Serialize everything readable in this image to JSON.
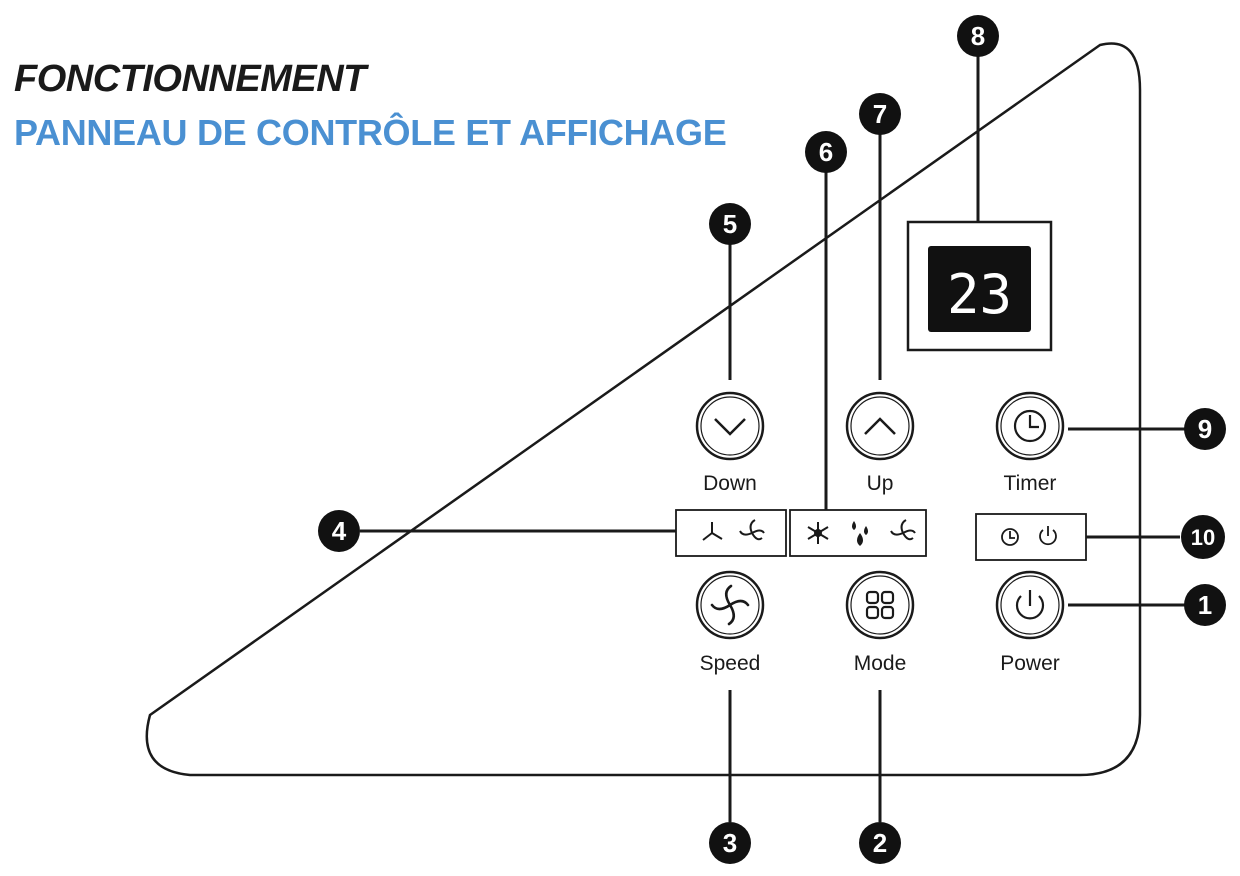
{
  "title": "FONCTIONNEMENT",
  "subtitle": "PANNEAU DE CONTRÔLE ET AFFICHAGE",
  "colors": {
    "title": "#1a1a1a",
    "subtitle": "#4a90d2",
    "line": "#1a1a1a",
    "display_bg": "#111111",
    "display_digits": "#ffffff"
  },
  "display": {
    "value": "23"
  },
  "buttons": {
    "down": "Down",
    "up": "Up",
    "timer": "Timer",
    "speed": "Speed",
    "mode": "Mode",
    "power": "Power"
  },
  "indicator_groups": {
    "fan_speed": [
      "low-fan-icon",
      "high-fan-icon"
    ],
    "mode": [
      "cool-snowflake-icon",
      "dehumidify-drops-icon",
      "fan-only-icon"
    ],
    "status": [
      "timer-clock-icon",
      "power-icon"
    ]
  },
  "callouts": {
    "c1": "1",
    "c2": "2",
    "c3": "3",
    "c4": "4",
    "c5": "5",
    "c6": "6",
    "c7": "7",
    "c8": "8",
    "c9": "9",
    "c10": "10"
  }
}
